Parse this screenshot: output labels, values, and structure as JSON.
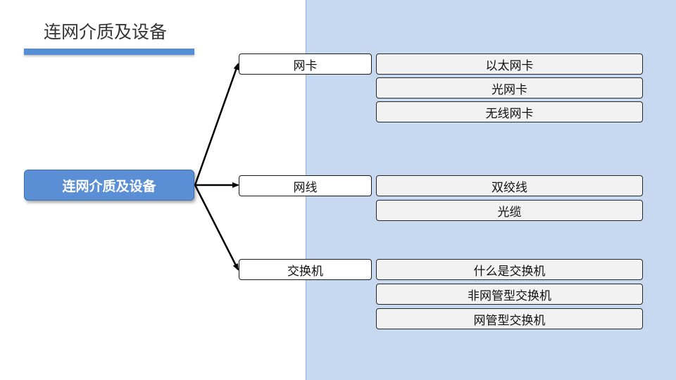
{
  "slide": {
    "title": "连网介质及设备"
  },
  "mindmap": {
    "root": "连网介质及设备",
    "branches": [
      {
        "label": "网卡",
        "children": [
          "以太网卡",
          "光网卡",
          "无线网卡"
        ]
      },
      {
        "label": "网线",
        "children": [
          "双绞线",
          "光缆"
        ]
      },
      {
        "label": "交换机",
        "children": [
          "什么是交换机",
          "非网管型交换机",
          "网管型交换机"
        ]
      }
    ]
  },
  "colors": {
    "panel": "#c6d9f1",
    "accent": "#558ed5",
    "root_fill": "#5b8fd5"
  }
}
